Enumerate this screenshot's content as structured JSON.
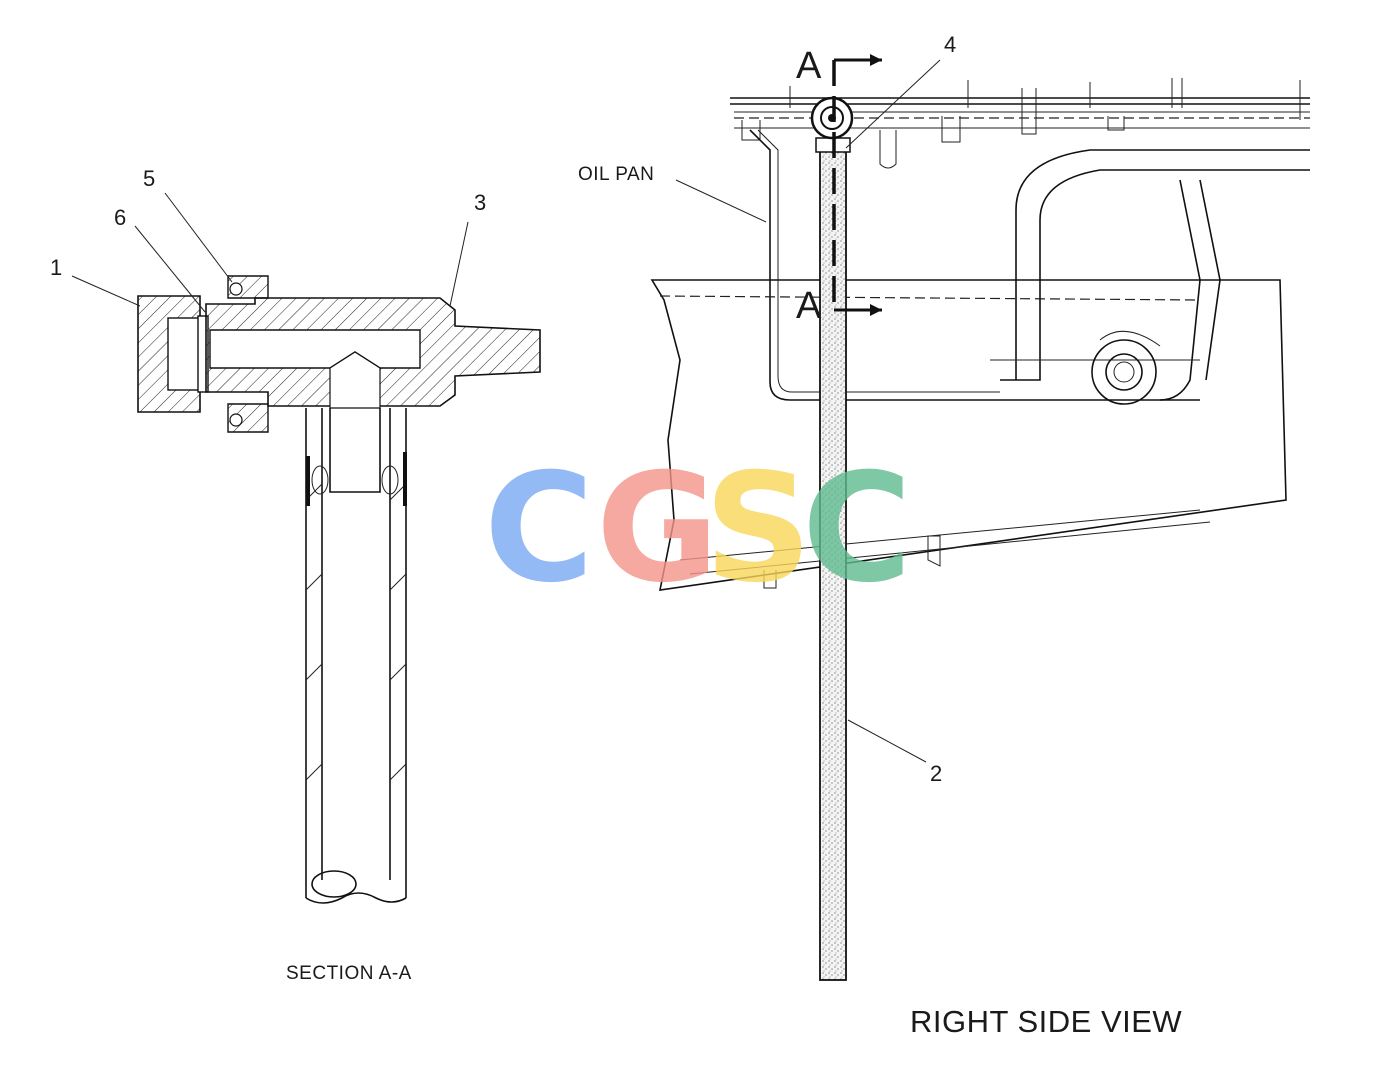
{
  "callouts": {
    "c1": "1",
    "c2": "2",
    "c3": "3",
    "c4": "4",
    "c5": "5",
    "c6": "6"
  },
  "labels": {
    "oil_pan": "OIL PAN",
    "section_title": "SECTION A-A",
    "view_title": "RIGHT SIDE VIEW",
    "section_marker_top": "A",
    "section_marker_bottom": "A"
  },
  "watermark": {
    "letters": [
      "C",
      "G",
      "S",
      "C"
    ],
    "colors": [
      "#7aaaf5",
      "#f4948a",
      "#f8d75a",
      "#5fbb8f"
    ]
  }
}
